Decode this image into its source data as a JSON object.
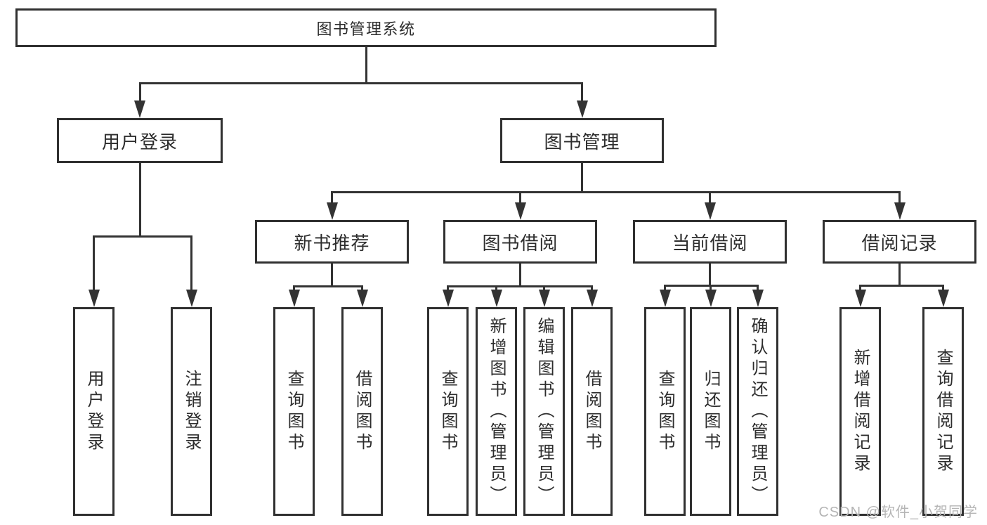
{
  "diagram": {
    "title": "图书管理系统",
    "watermark": "CSDN @软件_小贺同学",
    "colors": {
      "line": "#333333",
      "border": "#303030",
      "text": "#2d2d2d",
      "background": "#ffffff",
      "watermark": "#b5b5b5"
    },
    "nodes": {
      "root": {
        "label": "图书管理系统"
      },
      "user_login_branch": {
        "label": "用户登录"
      },
      "book_mgmt": {
        "label": "图书管理"
      },
      "new_books": {
        "label": "新书推荐"
      },
      "book_borrow": {
        "label": "图书借阅"
      },
      "current_borrow": {
        "label": "当前借阅"
      },
      "borrow_records": {
        "label": "借阅记录"
      },
      "login": {
        "label": "用户登录"
      },
      "logout": {
        "label": "注销登录"
      },
      "nb_query": {
        "label": "查询图书"
      },
      "nb_borrow": {
        "label": "借阅图书"
      },
      "bb_query": {
        "label": "查询图书"
      },
      "bb_add": {
        "label": "新增图书（管理员）"
      },
      "bb_edit": {
        "label": "编辑图书（管理员）"
      },
      "bb_borrow": {
        "label": "借阅图书"
      },
      "cb_query": {
        "label": "查询图书"
      },
      "cb_return": {
        "label": "归还图书"
      },
      "cb_confirm": {
        "label": "确认归还（管理员）"
      },
      "br_add": {
        "label": "新增借阅记录"
      },
      "br_query": {
        "label": "查询借阅记录"
      }
    },
    "tree": [
      {
        "parent": "图书管理系统",
        "children": [
          "用户登录",
          "图书管理"
        ]
      },
      {
        "parent": "用户登录",
        "children": [
          "用户登录",
          "注销登录"
        ]
      },
      {
        "parent": "图书管理",
        "children": [
          "新书推荐",
          "图书借阅",
          "当前借阅",
          "借阅记录"
        ]
      },
      {
        "parent": "新书推荐",
        "children": [
          "查询图书",
          "借阅图书"
        ]
      },
      {
        "parent": "图书借阅",
        "children": [
          "查询图书",
          "新增图书（管理员）",
          "编辑图书（管理员）",
          "借阅图书"
        ]
      },
      {
        "parent": "当前借阅",
        "children": [
          "查询图书",
          "归还图书",
          "确认归还（管理员）"
        ]
      },
      {
        "parent": "借阅记录",
        "children": [
          "新增借阅记录",
          "查询借阅记录"
        ]
      }
    ]
  }
}
